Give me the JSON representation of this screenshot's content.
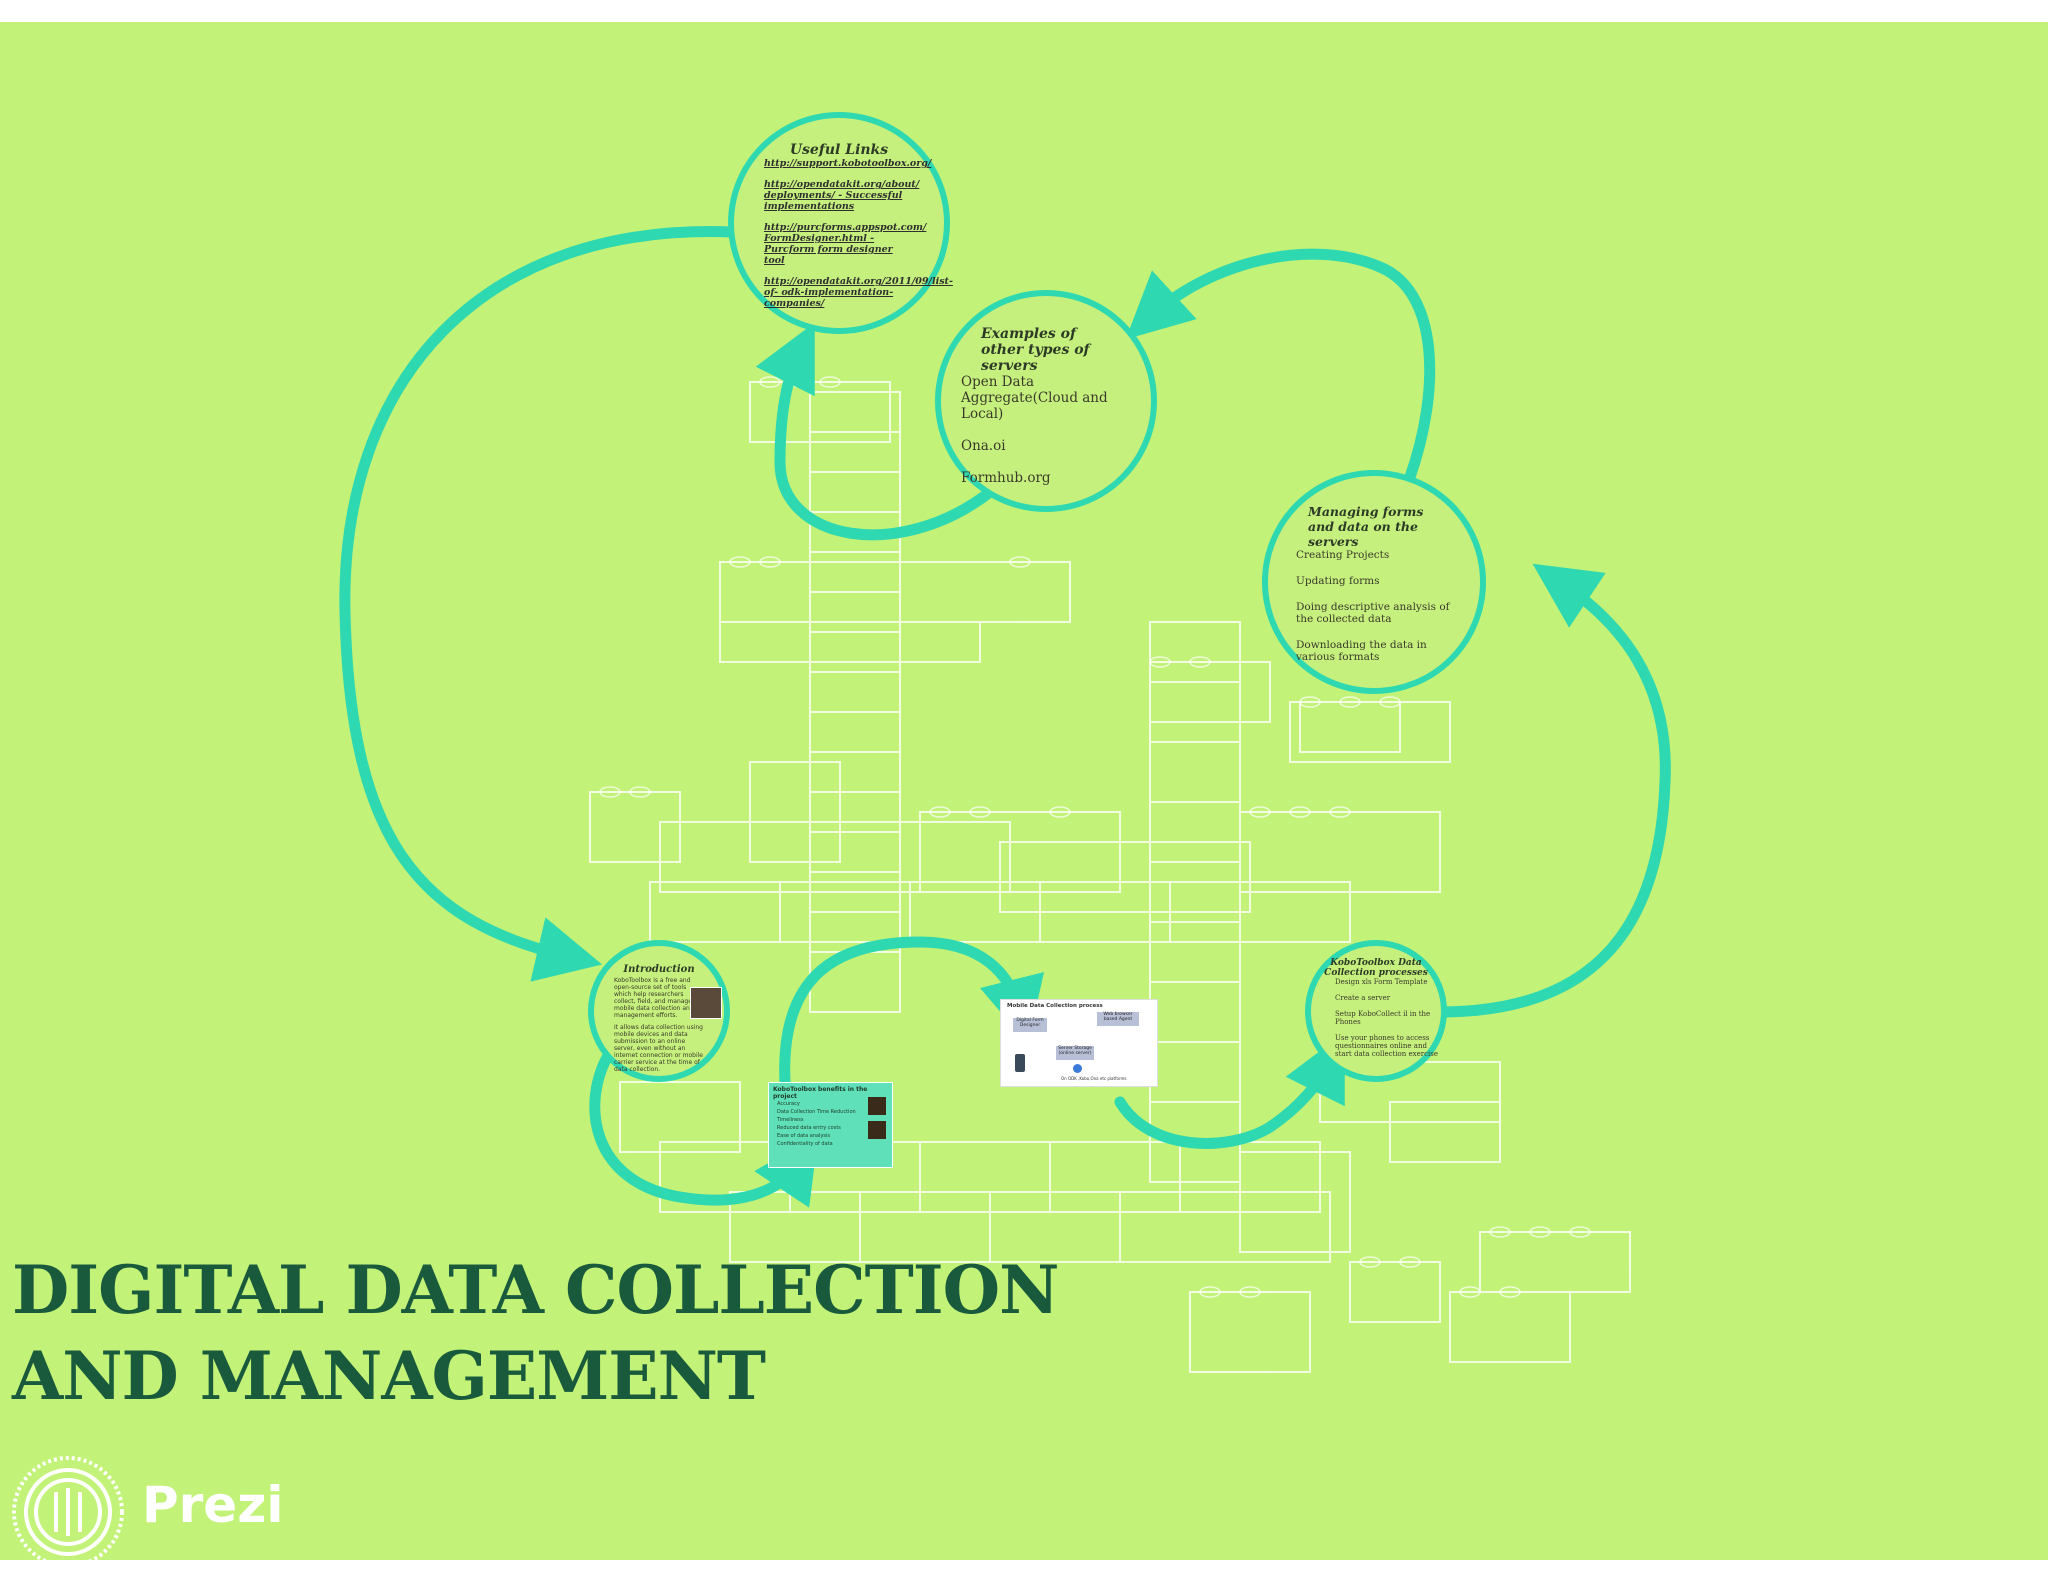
{
  "title": {
    "line1": "DIGITAL DATA COLLECTION",
    "line2": "AND MANAGEMENT"
  },
  "useful_links": {
    "title": "Useful Links",
    "links": [
      "http://support.kobotoolbox.org/",
      "http://opendatakit.org/about/ deployments/ - Successful implementations",
      "http://purcforms.appspot.com/ FormDesigner.html -Purcform form designer tool",
      "http://opendatakit.org/2011/09/list-of- odk-implementation-companies/"
    ]
  },
  "servers": {
    "title": "Examples of other types of servers",
    "items": [
      "Open Data Aggregate(Cloud and Local)",
      "Ona.oi",
      "Formhub.org"
    ]
  },
  "managing": {
    "title": "Managing forms and data on the servers",
    "items": [
      "Creating Projects",
      "Updating forms",
      "Doing descriptive analysis of the collected data",
      "Downloading the data in various formats"
    ]
  },
  "intro": {
    "title": "Introduction",
    "p1": "KoboToolbox is a free and open-source set of tools which help researchers collect, field, and manage mobile data collection and management efforts.",
    "p2": "It allows data collection using mobile devices and data submission to an online server, even without an internet connection or mobile carrier service at the time of data collection."
  },
  "process": {
    "title": "KoboToolbox Data Collection processes",
    "items": [
      "Design xls Form Template",
      "Create a server",
      "Setup KoboCollect  il in the Phones",
      "Use your phones to access questionnaires online and start data collection exercise"
    ]
  },
  "benefits": {
    "title": "KoboToolbox benefits in the project",
    "items": [
      "Accuracy",
      "Data Collection Time Reduction",
      "Timeliness",
      "Reduced data entry costs",
      "Ease of data analysis",
      "Confidentiality of data"
    ]
  },
  "diagram": {
    "title": "Mobile Data Collection process",
    "box1": "Digital Form Designer",
    "box2": "Web browser based Agent",
    "box3": "Server Storage (online server)",
    "caption": "On ODK ,Kobo,Ona etc platforms"
  },
  "logo": {
    "text": "Prezi"
  },
  "colors": {
    "background": "#c2f277",
    "accent": "#2ed8b0",
    "title": "#1a5a3c",
    "brick_outline": "#ffffff"
  }
}
